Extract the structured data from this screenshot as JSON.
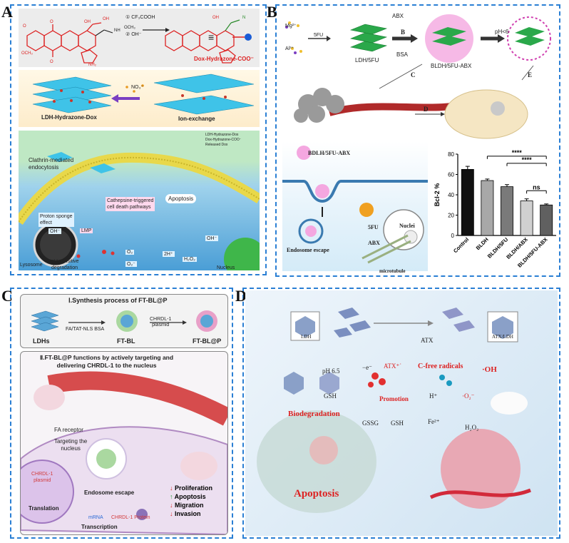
{
  "panels": {
    "A": {
      "letter": "A",
      "reaction": {
        "step1": "① CF₃COOH",
        "step2": "② OH⁻",
        "product_label": "Dox-Hydrazone-COO⁻",
        "equiv": "≡"
      },
      "exchange": {
        "left_label": "LDH-Hydrazone-Dox",
        "right_label": "Ion-exchange",
        "nitrate": "NO₃⁻"
      },
      "cell": {
        "legend": [
          "LDH-Hydrazone-Dox",
          "Dox-Hydrazone-COO⁻",
          "Released Dox"
        ],
        "clathrin": "Clathrin-mediated\nendocytosis",
        "proton_sponge": "Proton sponge\neffect",
        "oh": "OH⁻",
        "cathepsine": "Cathepsine-triggered\ncell death pathways",
        "apoptosis": "Apoptosis",
        "lmp": "LMP",
        "lysosome": "Lysosome",
        "ph_sensitive": "pH-sensitive\ndegradation",
        "o2": "O₂",
        "o2minus": "O₂⁻",
        "twoh": "2H⁺",
        "h2o2": "H₂O₂",
        "ohminus": "OH⁻",
        "nucleus": "Nucleus"
      }
    },
    "B": {
      "letter": "B",
      "mg": "Mg²⁺",
      "al": "Al³⁺",
      "fu": "5FU",
      "ldh5fu": "LDH/5FU",
      "abx": "ABX",
      "bsa": "BSA",
      "step_b": "B",
      "bldh": "BLDH/5FU-ABX",
      "ph": "pH<6",
      "step_c": "C",
      "step_d": "D",
      "step_e": "E",
      "bdlh_title": "BDLH/5FU-ABX",
      "endosome": "Endosome escape",
      "nuclei": "Nuclei",
      "fu2": "5FU",
      "abx2": "ABX",
      "microtubule": "microtubule"
    },
    "C": {
      "letter": "C",
      "synth_title": "Ⅰ.Synthesis process of FT-BL@P",
      "ldhs": "LDHs",
      "reagent": "FA/TAT-NLS BSA",
      "ftbl": "FT-BL",
      "chrdl_plasmid": "CHRDL-1\nplasmid",
      "ftblp": "FT-BL@P",
      "func_title": "Ⅱ.FT-BL@P functions by actively targeting and\ndelivering CHRDL-1 to the nucleus",
      "fa_receptor": "FA receptor",
      "targeting": "Targeting the\nnucleus",
      "chrdl_plasmid2": "CHRDL-1\nplasmid",
      "endosome": "Endosome escape",
      "translation": "Translation",
      "mrna": "mRNA",
      "chrdl_protein": "CHRDL-1 Protein",
      "transcription": "Transcription",
      "outcomes": [
        {
          "arrow": "↓",
          "color": "#d62a2a",
          "text": "Proliferation"
        },
        {
          "arrow": "↑",
          "color": "#2a9a3a",
          "text": "Apoptosis"
        },
        {
          "arrow": "↓",
          "color": "#d62a2a",
          "text": "Migration"
        },
        {
          "arrow": "↓",
          "color": "#d62a2a",
          "text": "Invasion"
        }
      ]
    },
    "D": {
      "letter": "D",
      "ldh": "LDH",
      "atx": "ATX",
      "atx_ldh": "ATX/LDH",
      "ph": "pH 6.5",
      "gsh": "GSH",
      "eminus": "−e⁻",
      "atx_rad": "ATX⁺˙",
      "c_free": "C-free radicals",
      "oh_rad": "·OH",
      "o2_rad": "·O₂⁻",
      "promotion": "Promotion",
      "hplus": "H⁺",
      "biodeg": "Biodegradation",
      "gssg": "GSSG",
      "gsh2": "GSH",
      "fe": "Fe²⁺",
      "h2o2": "H₂O₂",
      "apoptosis": "Apoptosis"
    }
  },
  "chart_data": {
    "type": "bar",
    "categories": [
      "Control",
      "BLDH",
      "BLDH/5FU",
      "BLDH/ABX",
      "BLDH/5FU-ABX"
    ],
    "values": [
      65,
      54,
      48,
      34,
      30
    ],
    "errors": [
      3,
      1.5,
      2,
      2,
      1
    ],
    "colors": [
      "#111111",
      "#a8a8a8",
      "#7a7a7a",
      "#d0d0d0",
      "#606060"
    ],
    "ylabel": "Bcl-2 %",
    "yticks": [
      0,
      20,
      40,
      60,
      80
    ],
    "ylim": [
      0,
      80
    ],
    "significance": [
      "****",
      "****",
      "ns"
    ]
  }
}
